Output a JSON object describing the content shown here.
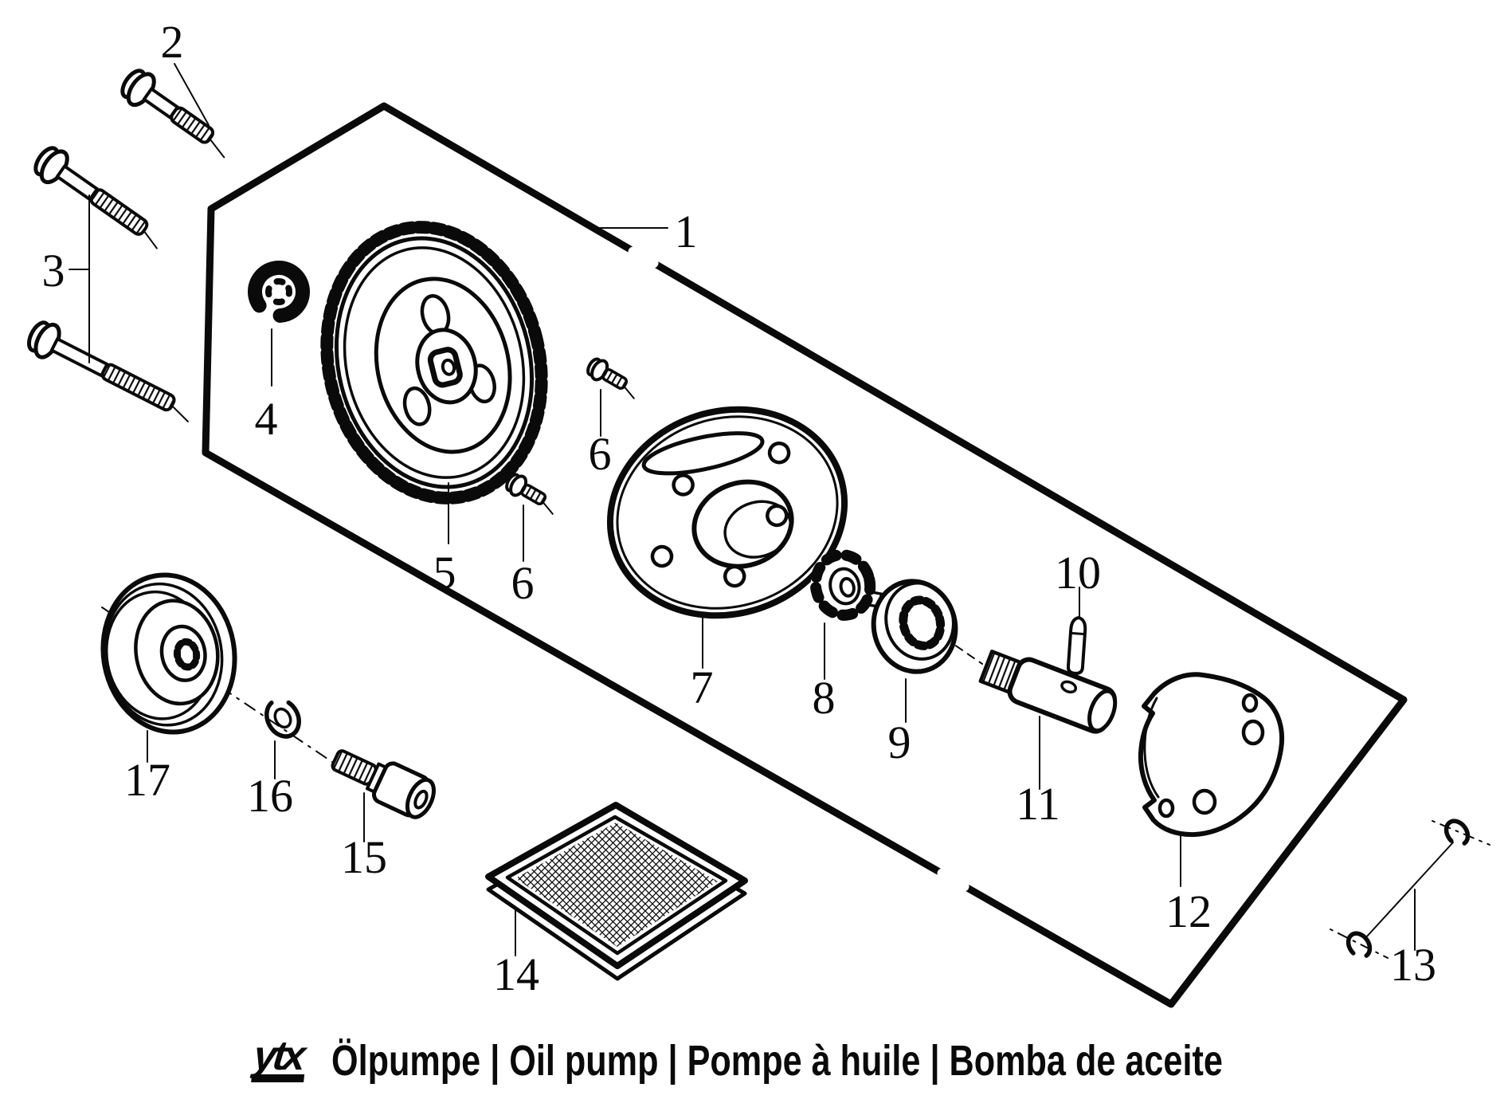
{
  "figure": {
    "labels": {
      "l1": "1",
      "l2": "2",
      "l3": "3",
      "l4": "4",
      "l5": "5",
      "l6a": "6",
      "l6b": "6",
      "l7": "7",
      "l8": "8",
      "l9": "9",
      "l10": "10",
      "l11": "11",
      "l12": "12",
      "l13": "13",
      "l14": "14",
      "l15": "15",
      "l16": "16",
      "l17": "17"
    }
  },
  "footer": {
    "logo": "ytx",
    "caption": "Ölpumpe | Oil pump | Pompe à huile | Bomba de aceite"
  },
  "colors": {
    "ink": "#0a0a0a",
    "background": "#ffffff"
  }
}
